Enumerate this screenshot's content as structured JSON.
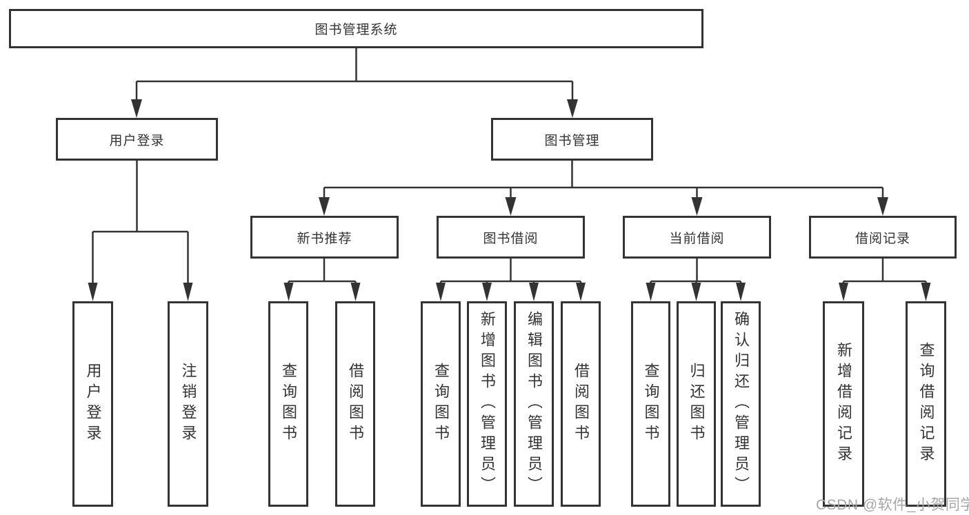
{
  "tree": {
    "root": {
      "label": "图书管理系统"
    },
    "branches": [
      {
        "label": "用户登录",
        "children": [
          {
            "label": "用户登录"
          },
          {
            "label": "注销登录"
          }
        ]
      },
      {
        "label": "图书管理",
        "children": [
          {
            "label": "新书推荐",
            "children": [
              {
                "label": "查询图书"
              },
              {
                "label": "借阅图书"
              }
            ]
          },
          {
            "label": "图书借阅",
            "children": [
              {
                "label": "查询图书"
              },
              {
                "label": "新增图书（管理员）"
              },
              {
                "label": "编辑图书（管理员）"
              },
              {
                "label": "借阅图书"
              }
            ]
          },
          {
            "label": "当前借阅",
            "children": [
              {
                "label": "查询图书"
              },
              {
                "label": "归还图书"
              },
              {
                "label": "确认归还（管理员）"
              }
            ]
          },
          {
            "label": "借阅记录",
            "children": [
              {
                "label": "新增借阅记录"
              },
              {
                "label": "查询借阅记录"
              }
            ]
          }
        ]
      }
    ]
  },
  "watermark": "CSDN @软件_小贺同学",
  "colors": {
    "line": "#333333",
    "box_border": "#333333",
    "text": "#333333",
    "watermark": "#a6a6a6",
    "background": "#ffffff"
  }
}
